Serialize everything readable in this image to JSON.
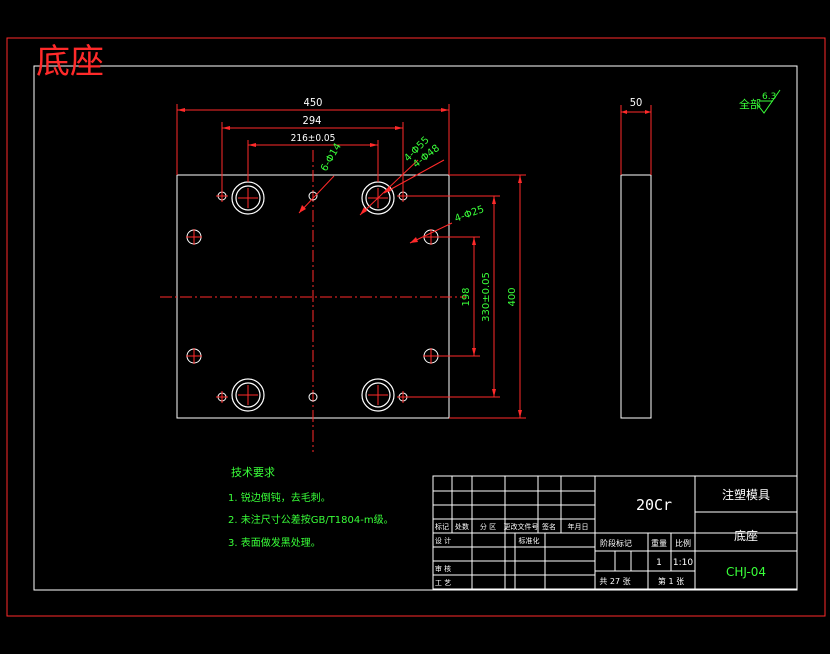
{
  "drawing": {
    "title": "底座",
    "colors": {
      "border": "#ff2a2a",
      "frame": "#ffffff",
      "dimension": "#ff2a2a",
      "dim_text": "#ffffff",
      "green_text": "#39ff39",
      "hole": "#ff2a2a"
    }
  },
  "dimensions": {
    "width": "450",
    "hole_span_a": "294",
    "hole_span_b": "216±0.05",
    "side_thickness": "50",
    "height": "400",
    "hole_vspan_a": "198",
    "hole_vspan_b": "330±0.05"
  },
  "callouts": {
    "small_holes": "6-Φ14",
    "counterbore_outer": "4-Φ55",
    "counterbore_inner": "4-Φ48",
    "side_holes": "4-Φ25"
  },
  "roughness": {
    "prefix": "全部",
    "value": "6.3"
  },
  "tech_requirements": {
    "heading": "技术要求",
    "items": [
      "1. 锐边倒钝，去毛刺。",
      "2. 未注尺寸公差按GB/T1804-m级。",
      "3. 表面做发黑处理。"
    ]
  },
  "title_block": {
    "material": "20Cr",
    "project": "注塑模具",
    "part_name": "底座",
    "drawing_no": "CHJ-04",
    "hdr_stage": "阶段标记",
    "hdr_weight": "重量",
    "hdr_scale": "比例",
    "weight_value": "1",
    "scale_value": "1:10",
    "sheets_total": "共 27 张",
    "sheet_no": "第 1 张",
    "row_labels": {
      "mark": "标记",
      "count": "处数",
      "zone": "分 区",
      "doc": "更改文件号",
      "sign": "签名",
      "date": "年月日",
      "design": "设 计",
      "std": "标准化",
      "review": "审 核",
      "process": "工 艺"
    }
  }
}
